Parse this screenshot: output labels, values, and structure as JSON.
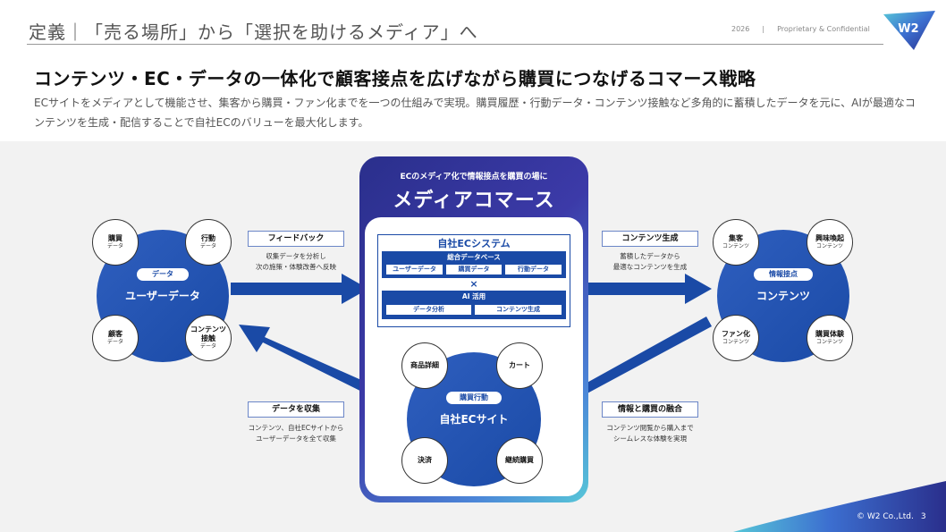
{
  "header": {
    "title": "定義｜「売る場所」から「選択を助けるメディア」へ",
    "year": "2026",
    "separator": "|",
    "confidential": "Proprietary & Confidential",
    "logo_text": "W2"
  },
  "headline": "コンテンツ・EC・データの一体化で顧客接点を広げながら購買につなげるコマース戦略",
  "description": "ECサイトをメディアとして機能させ、集客から購買・ファン化までを一つの仕組みで実現。購買履歴・行動データ・コンテンツ接触など多角的に蓄積したデータを元に、AIが最適なコンテンツを生成・配信することで自社ECのバリューを最大化します。",
  "user_data": {
    "pill": "データ",
    "title": "ユーザーデータ",
    "nodes": [
      {
        "main": "購買",
        "sub": "データ"
      },
      {
        "main": "行動",
        "sub": "データ"
      },
      {
        "main": "顧客",
        "sub": "データ"
      },
      {
        "main": "コンテンツ\n接触",
        "sub": "データ"
      }
    ]
  },
  "contents": {
    "pill": "情報接点",
    "title": "コンテンツ",
    "nodes": [
      {
        "main": "集客",
        "sub": "コンテンツ"
      },
      {
        "main": "興味喚起",
        "sub": "コンテンツ"
      },
      {
        "main": "ファン化",
        "sub": "コンテンツ"
      },
      {
        "main": "購買体験",
        "sub": "コンテンツ"
      }
    ]
  },
  "media": {
    "tagline": "ECのメディア化で情報接点を購買の場に",
    "title": "メディアコマース",
    "ec_system": {
      "title": "自社ECシステム",
      "db_title": "総合データベース",
      "db_items": [
        "ユーザーデータ",
        "購買データ",
        "行動データ"
      ],
      "cross": "×",
      "ai_title": "AI 活用",
      "ai_items": [
        "データ分析",
        "コンテンツ生成"
      ]
    },
    "ec_site": {
      "pill": "購買行動",
      "title": "自社ECサイト",
      "nodes": [
        "商品詳細",
        "カート",
        "決済",
        "継続購買"
      ]
    }
  },
  "arrows": {
    "feedback": {
      "label": "フィードバック",
      "desc": [
        "収集データを分析し",
        "次の施策・体験改善へ反映"
      ]
    },
    "collect": {
      "label": "データを収集",
      "desc": [
        "コンテンツ、自社ECサイトから",
        "ユーザーデータを全て収集"
      ]
    },
    "generate": {
      "label": "コンテンツ生成",
      "desc": [
        "蓄積したデータから",
        "最適なコンテンツを生成"
      ]
    },
    "fusion": {
      "label": "情報と購買の融合",
      "desc": [
        "コンテンツ閲覧から購入まで",
        "シームレスな体験を実現"
      ]
    }
  },
  "footer": {
    "copyright": "© W2 Co.,Ltd.",
    "page": "3"
  },
  "colors": {
    "navy": "#1a4aa6",
    "purple": "#3c3aa8",
    "teal": "#57c7d8"
  }
}
